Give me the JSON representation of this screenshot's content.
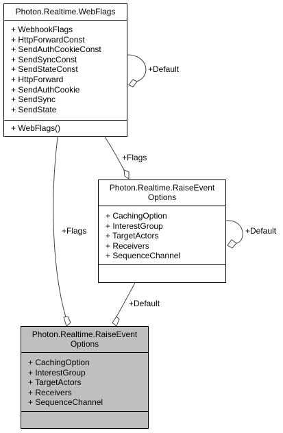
{
  "classes": {
    "webflags": {
      "name": "Photon.Realtime.WebFlags",
      "attributes": [
        "+ WebhookFlags",
        "+ HttpForwardConst",
        "+ SendAuthCookieConst",
        "+ SendSyncConst",
        "+ SendStateConst",
        "+ HttpForward",
        "+ SendAuthCookie",
        "+ SendSync",
        "+ SendState"
      ],
      "operations": [
        "+ WebFlags()"
      ]
    },
    "raise_event_options": {
      "name_line1": "Photon.Realtime.RaiseEvent",
      "name_line2": "Options",
      "attributes": [
        "+ CachingOption",
        "+ InterestGroup",
        "+ TargetActors",
        "+ Receivers",
        "+ SequenceChannel"
      ]
    },
    "raise_event_options_focus": {
      "name_line1": "Photon.Realtime.RaiseEvent",
      "name_line2": "Options",
      "attributes": [
        "+ CachingOption",
        "+ InterestGroup",
        "+ TargetActors",
        "+ Receivers",
        "+ SequenceChannel"
      ]
    }
  },
  "edges": {
    "webflags_self": "+Default",
    "webflags_to_options": "+Flags",
    "options_self": "+Default",
    "webflags_to_focus": "+Flags",
    "options_to_focus": "+Default"
  }
}
